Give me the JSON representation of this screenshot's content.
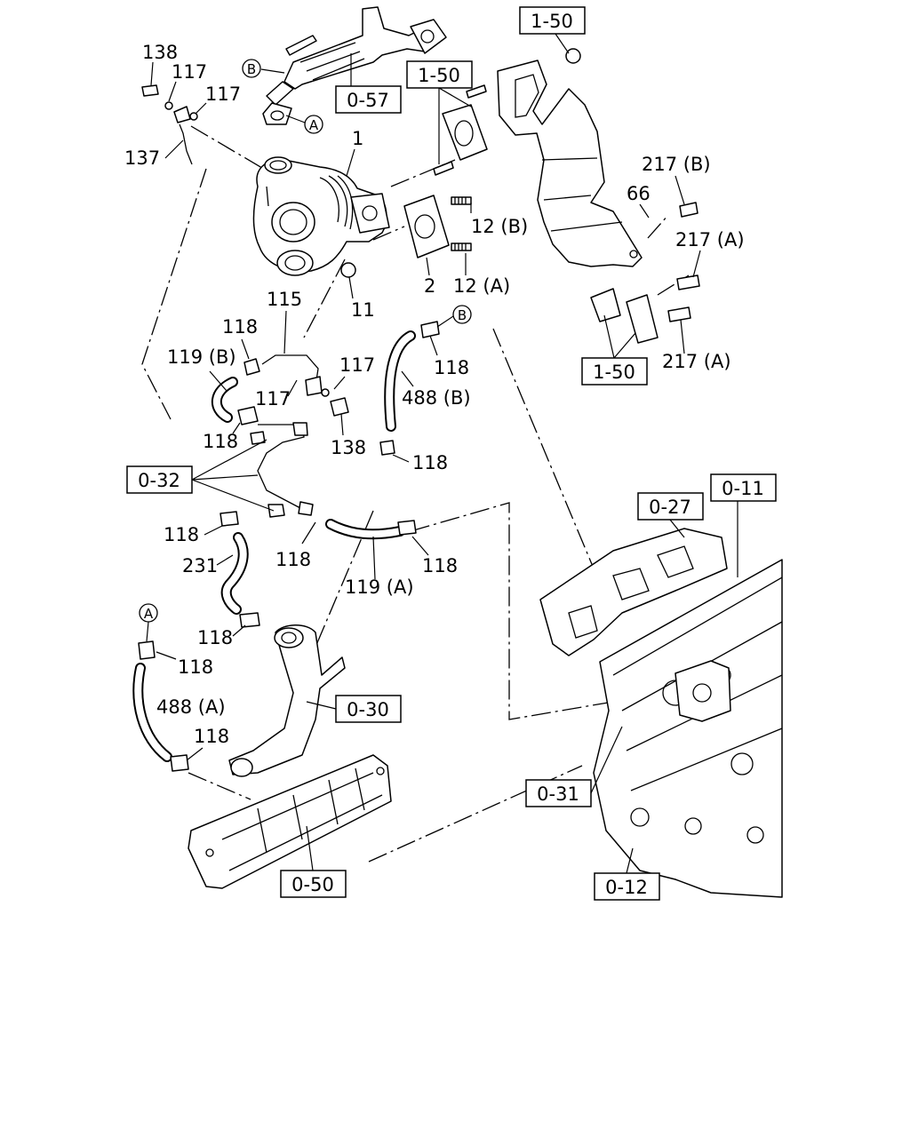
{
  "labels": {
    "p138_top": "138",
    "p117_a": "117",
    "p117_b": "117",
    "p137": "137",
    "p1": "1",
    "p2": "2",
    "p11": "11",
    "p12b": "12 (B)",
    "p12a": "12 (A)",
    "p217b": "217 (B)",
    "p66": "66",
    "p217a_1": "217 (A)",
    "p217a_2": "217 (A)",
    "p115": "115",
    "p118_1": "118",
    "p119b": "119 (B)",
    "p117_c": "117",
    "p117_d": "117",
    "p118_2": "118",
    "p138_mid": "138",
    "p118_3": "118",
    "p488b": "488 (B)",
    "p118_4": "118",
    "p118_5": "118",
    "p231": "231",
    "p118_6": "118",
    "p118_7": "118",
    "p119a": "119 (A)",
    "p118_8": "118",
    "p118_9": "118",
    "p488a": "488 (A)",
    "p118_10": "118"
  },
  "refs": {
    "r150_top": "1-50",
    "r150_gasket": "1-50",
    "r057": "0-57",
    "r150_bottom": "1-50",
    "r032": "0-32",
    "r011": "0-11",
    "r027": "0-27",
    "r030": "0-30",
    "r031": "0-31",
    "r050": "0-50",
    "r012": "0-12"
  },
  "markers": {
    "b_top": "B",
    "a_top": "A",
    "b_mid": "B",
    "a_low": "A"
  }
}
